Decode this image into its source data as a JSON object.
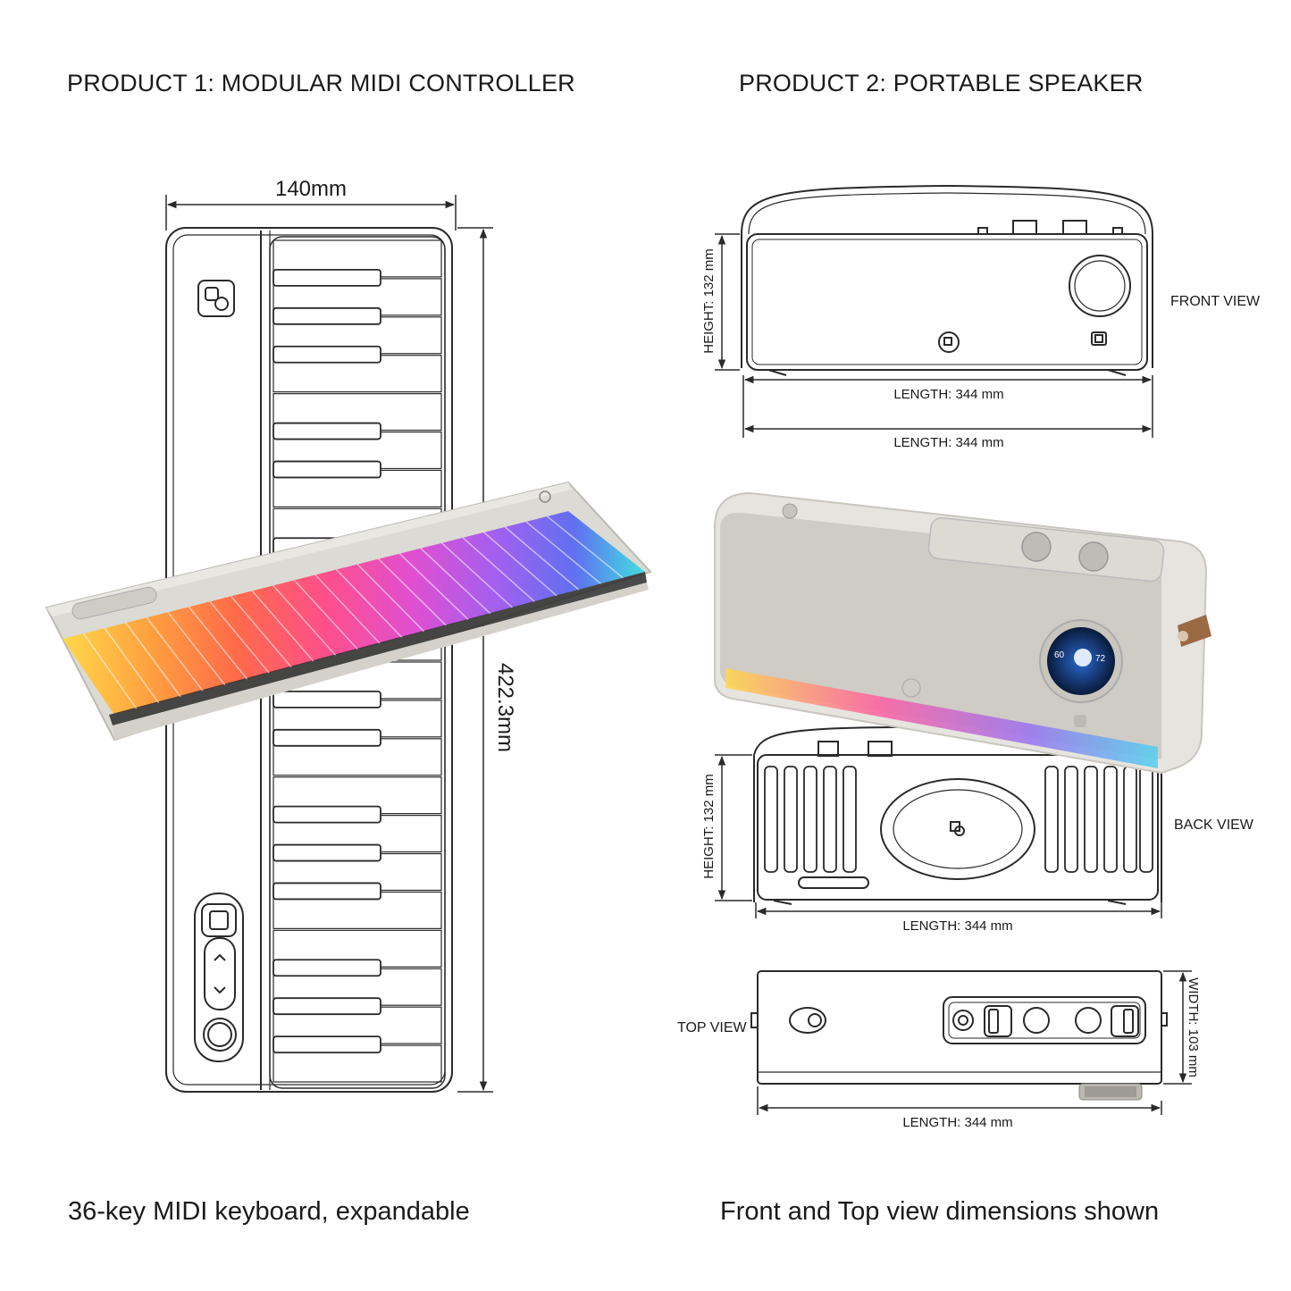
{
  "product1": {
    "heading": "PRODUCT 1: MODULAR MIDI CONTROLLER",
    "width_label": "140mm",
    "length_label": "422.3mm",
    "caption": "36-key MIDI keyboard, expandable"
  },
  "product2": {
    "heading": "PRODUCT 2: PORTABLE SPEAKER",
    "front_view": {
      "label": "FRONT VIEW",
      "height_label": "HEIGHT: 132 mm",
      "length_label_1": "LENGTH: 344 mm",
      "length_label_2": "LENGTH: 344 mm"
    },
    "back_view": {
      "label": "BACK VIEW",
      "height_label": "HEIGHT: 132 mm",
      "length_label": "LENGTH: 344 mm"
    },
    "top_view": {
      "label": "TOP VIEW",
      "width_label": "WIDTH: 103 mm",
      "length_label": "LENGTH: 344 mm"
    },
    "screen": {
      "left_value": "60",
      "right_value": "72"
    },
    "caption": "Front and Top view dimensions shown"
  },
  "colors": {
    "line": "#2a2a2a",
    "product_body": "#e6e4df",
    "fabric": "#cfccc6",
    "strap": "#9a6a45"
  }
}
